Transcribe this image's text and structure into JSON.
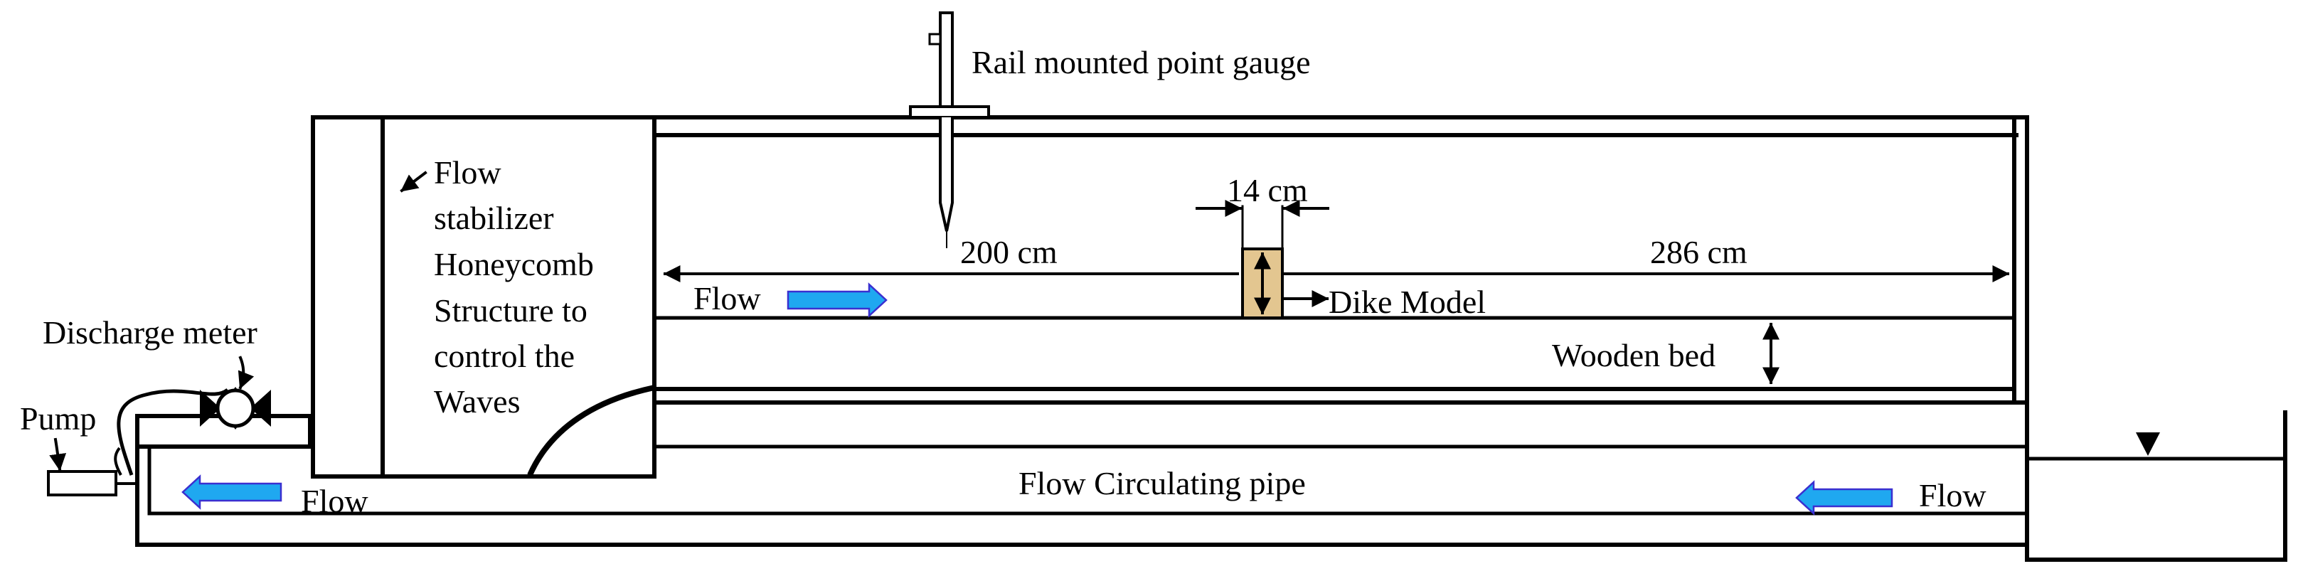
{
  "labels": {
    "point_gauge": "Rail mounted point gauge",
    "stabilizer": [
      "Flow",
      "stabilizer",
      "Honeycomb",
      "Structure to",
      "control the",
      "Waves"
    ],
    "dim_14": "14 cm",
    "dim_200": "200 cm",
    "dim_286": "286 cm",
    "flow_top": "Flow",
    "dike_model": "Dike Model",
    "wooden_bed": "Wooden bed",
    "discharge_meter": "Discharge meter",
    "pump": "Pump",
    "flow_bottom_left": "Flow",
    "circulating_pipe": "Flow Circulating pipe",
    "flow_bottom_right": "Flow"
  },
  "colors": {
    "line": "#000000",
    "flow_arrow": "#1fa8f0",
    "flow_arrow_edge": "#3a2fd0",
    "dike_fill": "#e3c690"
  }
}
